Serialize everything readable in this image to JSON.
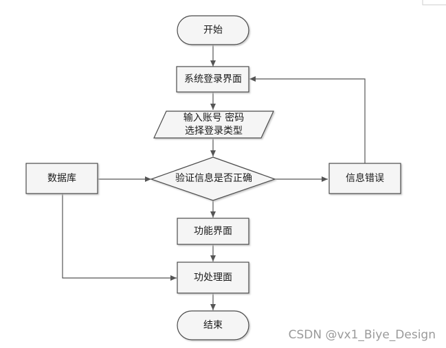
{
  "flowchart": {
    "start": "开始",
    "login_screen": "系统登录界面",
    "input_line1": "输入账号 密码",
    "input_line2": "选择登录类型",
    "database": "数据库",
    "verify": "验证信息是否正确",
    "error": "信息错误",
    "function_screen": "功能界面",
    "processing": "功处理面",
    "end": "结束"
  },
  "watermark": "CSDN @vx1_Biye_Design",
  "colors": {
    "stroke": "#4a4a4a",
    "box_fill": "#f5f5f5",
    "line": "#555555"
  }
}
